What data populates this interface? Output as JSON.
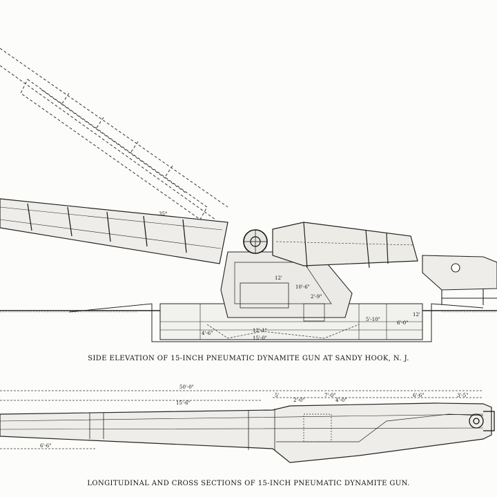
{
  "captions": {
    "side_elevation": "SIDE ELEVATION OF 15-INCH PNEUMATIC DYNAMITE GUN AT SANDY HOOK, N. J.",
    "longitudinal": "LONGITUDINAL AND CROSS SECTIONS OF 15-INCH PNEUMATIC DYNAMITE GUN."
  },
  "elevation_labels": {
    "angle": "35°",
    "d_12": "12'",
    "d_10_6": "10'-6\"",
    "d_2_9": "2'-9\"",
    "d_12_1": "12'-1\"",
    "d_15_0": "15'-0\"",
    "d_5_10": "5'-10\"",
    "d_6_0": "6'-0\"",
    "d_4_6": "4'-6\"",
    "d_12b": "12'"
  },
  "section_labels": {
    "overall": "50'-0\"",
    "d_15_6": "15'-6\"",
    "d_7_0": "7'-0\"",
    "d_2_0": "2'-0\"",
    "d_4_0": "4'-0\"",
    "d_6_6": "6'-6\"",
    "d_3_5": "3'-5\"",
    "d_5": "5'",
    "d_6_6b": "6'-6\""
  }
}
